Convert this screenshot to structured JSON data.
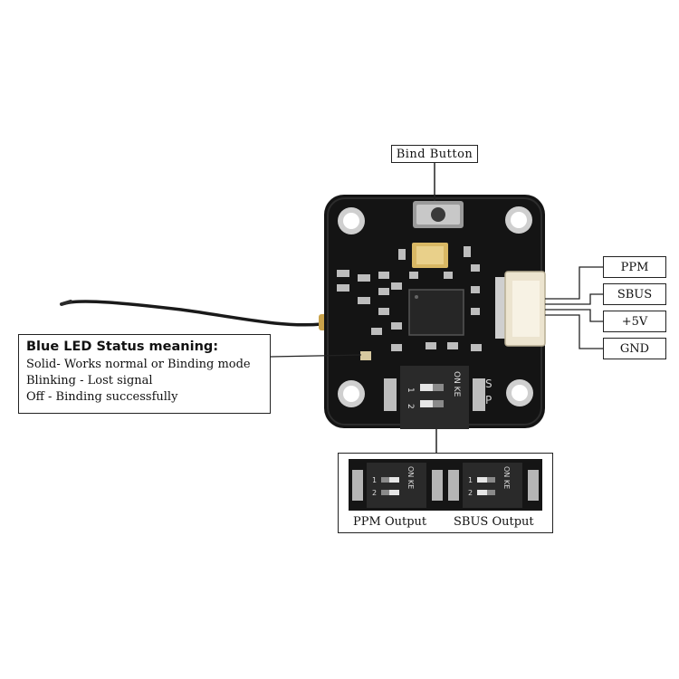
{
  "labels": {
    "bind_button": "Bind  Button",
    "pins": [
      "PPM",
      "SBUS",
      "+5V",
      "GND"
    ]
  },
  "led_status": {
    "title": "Blue LED Status meaning:",
    "lines": [
      "Solid- Works normal or Binding mode",
      "Blinking - Lost signal",
      "Off - Binding successfully"
    ]
  },
  "board": {
    "switch_marks": [
      "1",
      "2"
    ],
    "switch_side_marks": [
      "S",
      "P"
    ],
    "switch_on_label": "ON KE"
  },
  "outputs": {
    "ppm_caption": "PPM Output",
    "sbus_caption": "SBUS Output",
    "ppm_on_label": "ON KE",
    "sbus_on_label": "ON KE",
    "ppm_marks": [
      "1",
      "2"
    ],
    "sbus_marks": [
      "1",
      "2"
    ]
  },
  "colors": {
    "pcb": "#141414",
    "pad": "#cfcfcf",
    "antenna": "#1a1a1a",
    "gold": "#c9a24a",
    "connector": "#ece4cf"
  }
}
